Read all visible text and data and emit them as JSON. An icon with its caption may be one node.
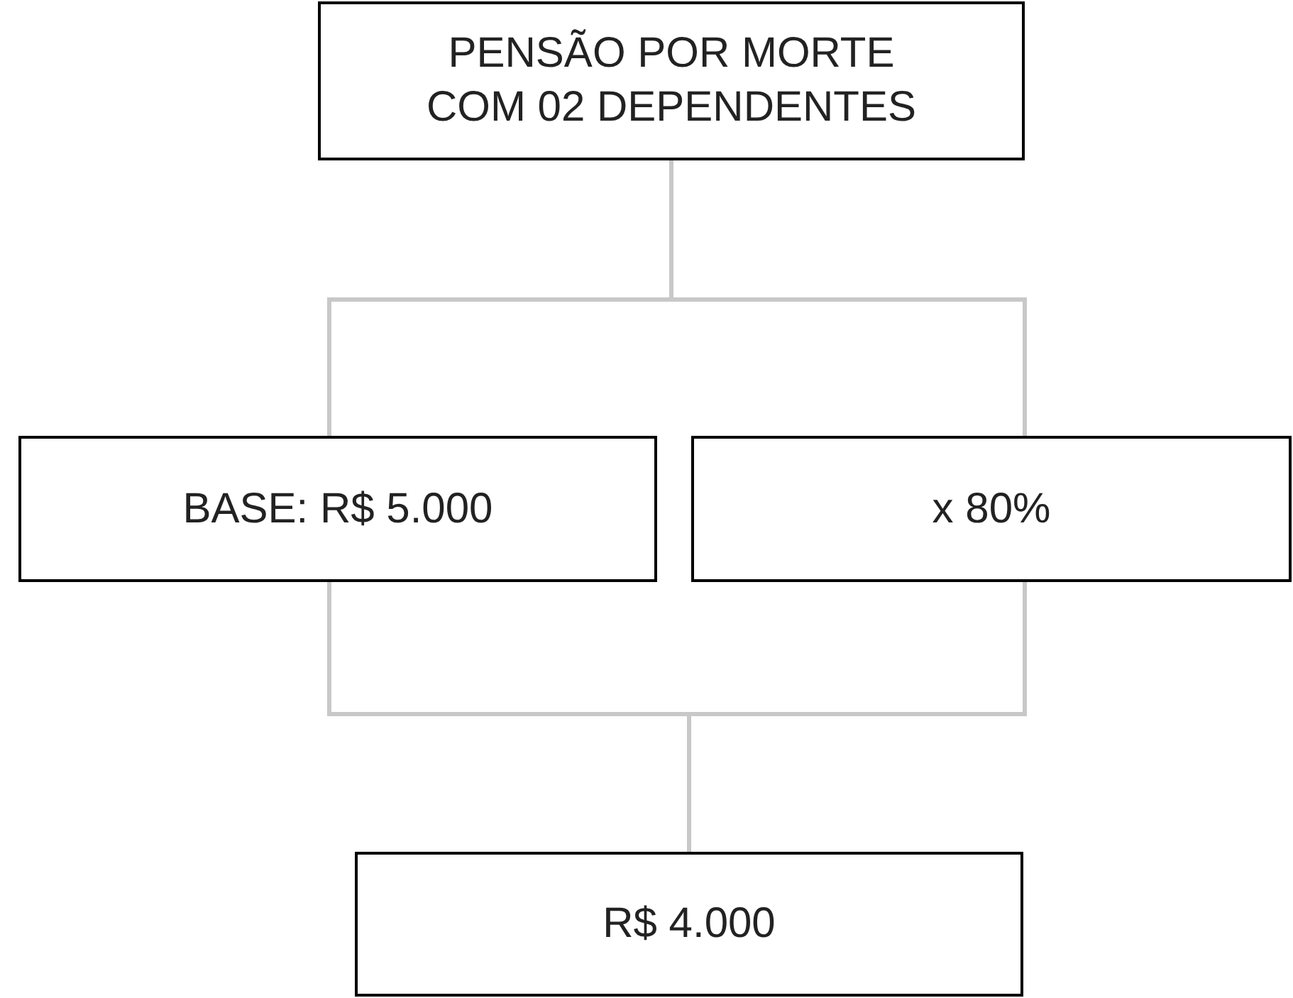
{
  "diagram": {
    "nodes": [
      {
        "text": [
          "PENSÃO POR MORTE COM 02 DEPENDENTES"
        ]
      },
      {
        "text": [
          "BASE: R$ 5.000"
        ]
      },
      {
        "text": [
          "x 80%"
        ]
      },
      {
        "text": [
          "R$ 4.000"
        ]
      }
    ],
    "edges": [
      {
        "from": 0,
        "to": 1,
        "arrow": "none"
      },
      {
        "from": 0,
        "to": 2,
        "arrow": "none"
      },
      {
        "from": 1,
        "to": 3,
        "arrow": "none"
      },
      {
        "from": 2,
        "to": 3,
        "arrow": "none"
      }
    ]
  }
}
